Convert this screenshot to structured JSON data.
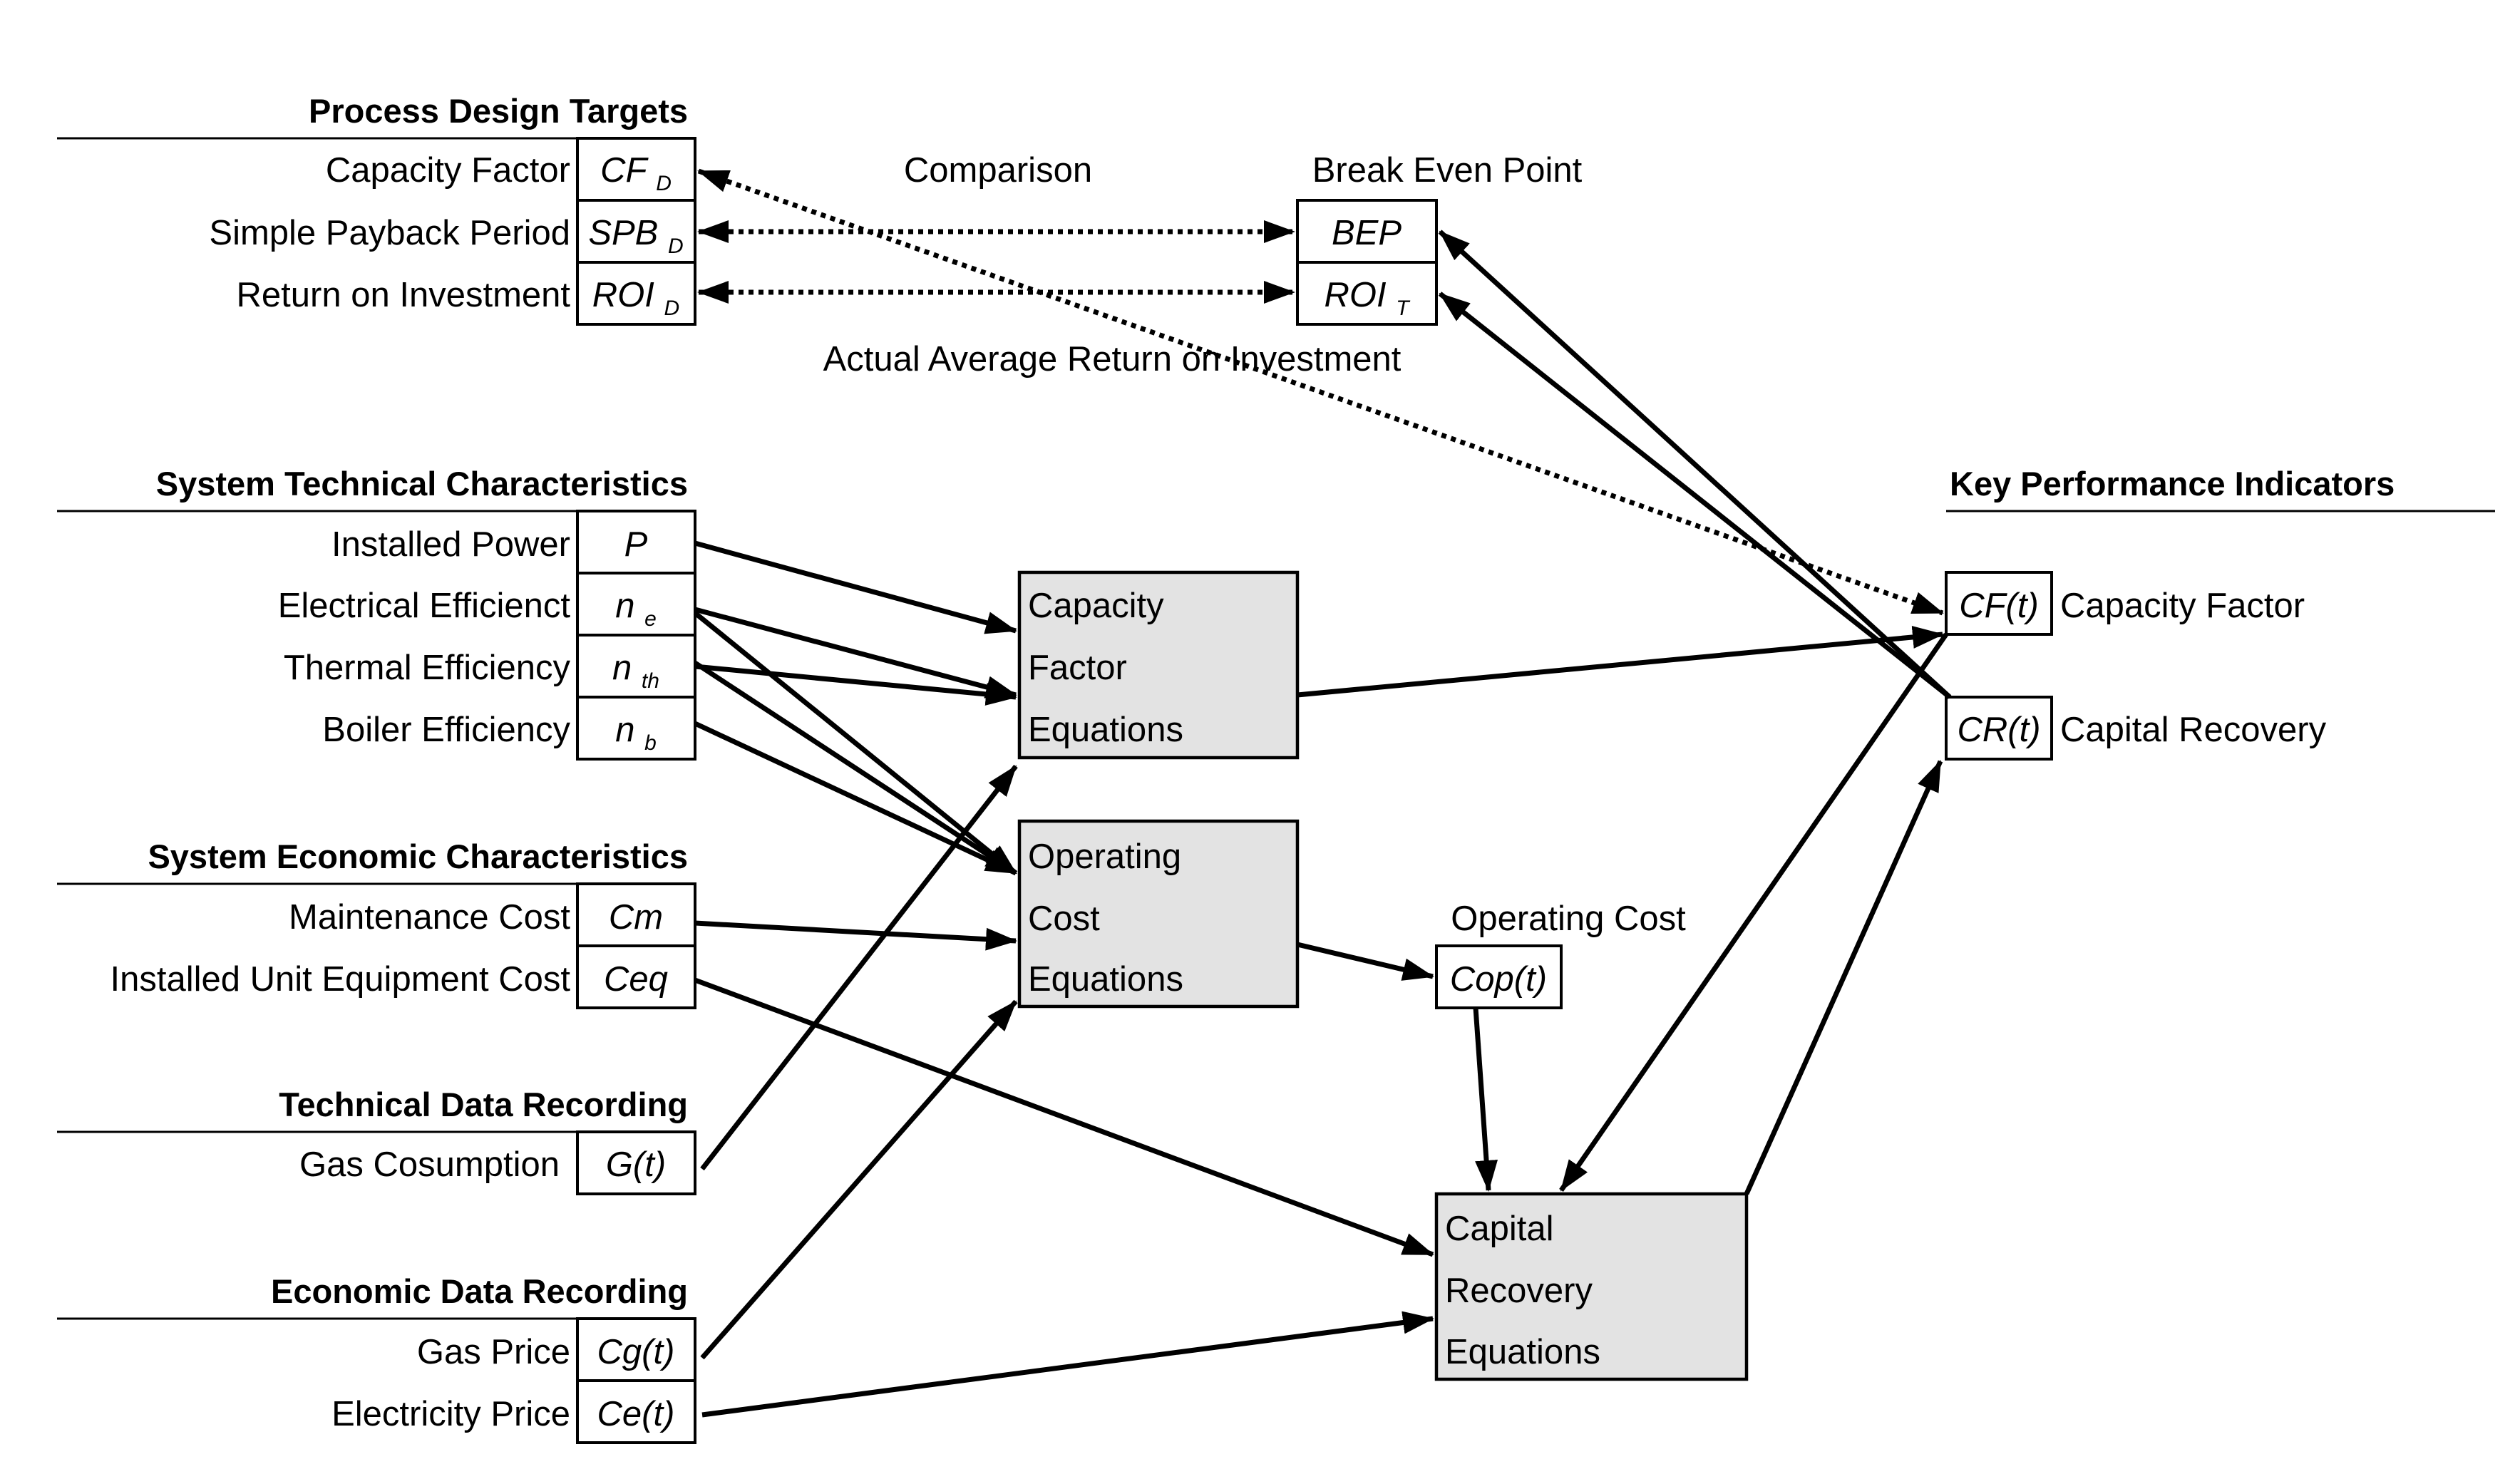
{
  "sections": {
    "design_targets": {
      "title": "Process Design Targets",
      "rows": [
        {
          "label": "Capacity Factor",
          "var": "CF",
          "sub": "D"
        },
        {
          "label": "Simple Payback Period",
          "var": "SPB",
          "sub": "D"
        },
        {
          "label": "Return on Investment",
          "var": "ROI",
          "sub": "D"
        }
      ]
    },
    "technical": {
      "title": "System Technical Characteristics",
      "rows": [
        {
          "label": "Installed Power",
          "var": "P",
          "sub": ""
        },
        {
          "label": "Electrical Efficienct",
          "var": "n",
          "sub": "e"
        },
        {
          "label": "Thermal Efficiency",
          "var": "n",
          "sub": "th"
        },
        {
          "label": "Boiler Efficiency",
          "var": "n",
          "sub": "b"
        }
      ]
    },
    "economic": {
      "title": "System Economic Characteristics",
      "rows": [
        {
          "label": "Maintenance Cost",
          "var": "Cm",
          "sub": ""
        },
        {
          "label": "Installed Unit Equipment Cost",
          "var": "Ceq",
          "sub": ""
        }
      ]
    },
    "tech_recording": {
      "title": "Technical Data Recording",
      "rows": [
        {
          "label": "Gas Cosumption",
          "var": "G(t)",
          "sub": ""
        }
      ]
    },
    "econ_recording": {
      "title": "Economic Data Recording",
      "rows": [
        {
          "label": "Gas Price",
          "var": "Cg(t)",
          "sub": ""
        },
        {
          "label": "Electricity Price",
          "var": "Ce(t)",
          "sub": ""
        }
      ]
    }
  },
  "comparison": {
    "comparison_label": "Comparison",
    "break_even_label": "Break Even Point",
    "actual_roi_label": "Actual Average Return on Investment",
    "bep": {
      "var": "BEP",
      "sub": ""
    },
    "roi_t": {
      "var": "ROI",
      "sub": "T"
    }
  },
  "equations": {
    "capacity_factor": [
      "Capacity",
      "Factor",
      "Equations"
    ],
    "operating_cost": [
      "Operating",
      "Cost",
      "Equations"
    ],
    "capital_recovery": [
      "Capital",
      "Recovery",
      "Equations"
    ]
  },
  "operating_cost": {
    "label": "Operating Cost",
    "var": "Cop(t)"
  },
  "kpi": {
    "title": "Key Performance Indicators",
    "items": [
      {
        "var": "CF(t)",
        "label": "Capacity Factor"
      },
      {
        "var": "CR(t)",
        "label": "Capital Recovery"
      }
    ]
  },
  "colors": {
    "equation_fill": "#e3e3e3",
    "line": "#000000"
  }
}
